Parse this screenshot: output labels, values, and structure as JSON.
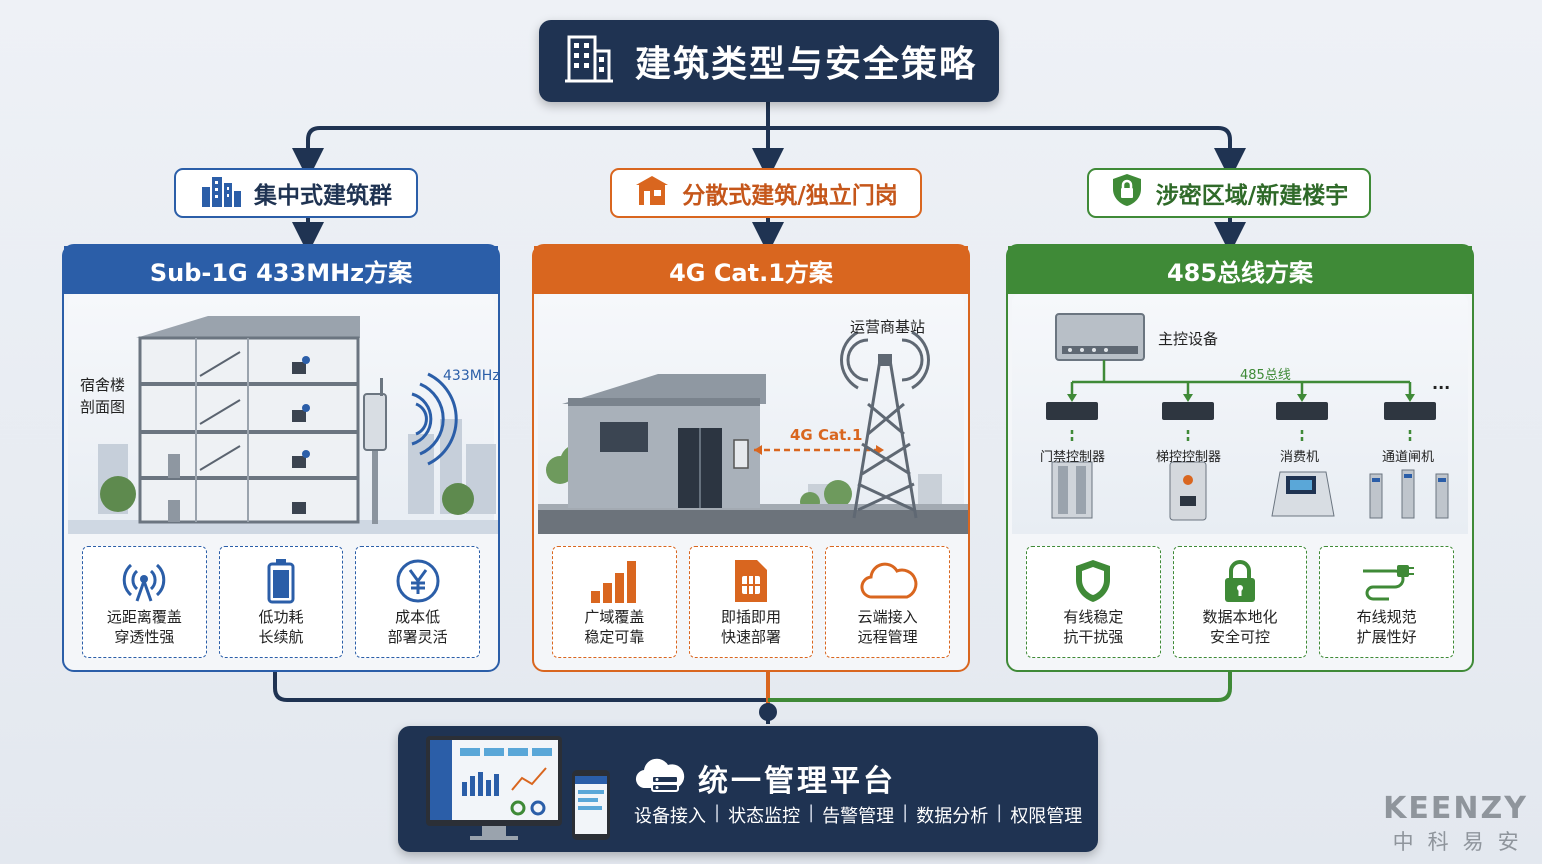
{
  "title": "建筑类型与安全策略",
  "categories": [
    {
      "label": "集中式建筑群"
    },
    {
      "label": "分散式建筑/独立门岗"
    },
    {
      "label": "涉密区域/新建楼宇"
    }
  ],
  "panels": [
    {
      "title": "Sub-1G 433MHz方案",
      "labels": {
        "building": "宿舍楼",
        "building2": "剖面图",
        "freq": "433MHz"
      },
      "features": [
        {
          "l1": "远距离覆盖",
          "l2": "穿透性强"
        },
        {
          "l1": "低功耗",
          "l2": "长续航"
        },
        {
          "l1": "成本低",
          "l2": "部署灵活"
        }
      ]
    },
    {
      "title": "4G Cat.1方案",
      "labels": {
        "tower": "运营商基站",
        "link": "4G Cat.1"
      },
      "features": [
        {
          "l1": "广域覆盖",
          "l2": "稳定可靠"
        },
        {
          "l1": "即插即用",
          "l2": "快速部署"
        },
        {
          "l1": "云端接入",
          "l2": "远程管理"
        }
      ]
    },
    {
      "title": "485总线方案",
      "labels": {
        "master": "主控设备",
        "bus": "485总线",
        "more": "···"
      },
      "devices": [
        "门禁控制器",
        "梯控控制器",
        "消费机",
        "通道闸机"
      ],
      "features": [
        {
          "l1": "有线稳定",
          "l2": "抗干扰强"
        },
        {
          "l1": "数据本地化",
          "l2": "安全可控"
        },
        {
          "l1": "布线规范",
          "l2": "扩展性好"
        }
      ]
    }
  ],
  "platform": {
    "title": "统一管理平台",
    "items": [
      "设备接入",
      "状态监控",
      "告警管理",
      "数据分析",
      "权限管理"
    ],
    "separator": "|"
  },
  "brand": {
    "en": "KEENZY",
    "cn": "中科易安"
  },
  "colors": {
    "blue": "#2b5ea8",
    "orange": "#d9661f",
    "green": "#3f8a37",
    "navy": "#1f3352"
  }
}
